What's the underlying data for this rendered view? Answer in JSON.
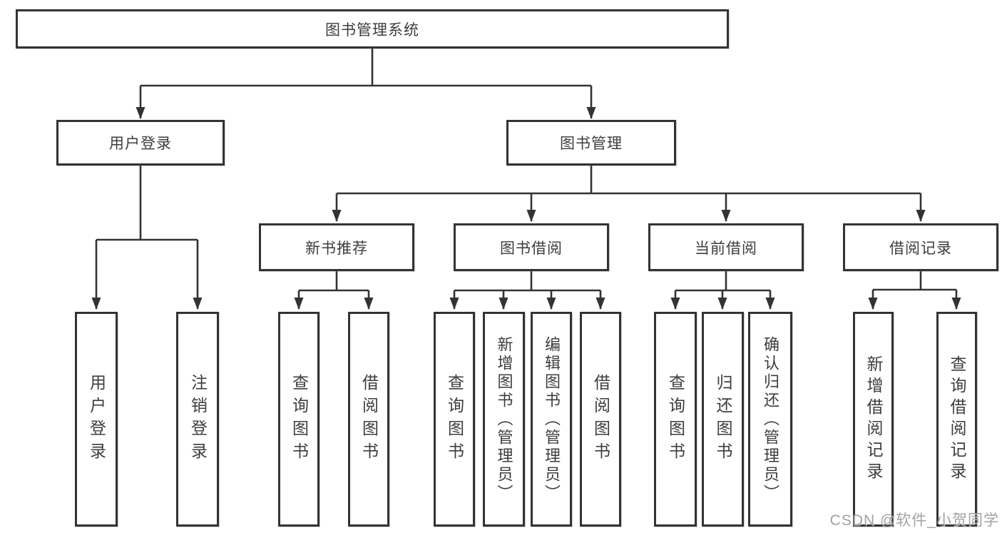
{
  "diagram": {
    "root": {
      "label": "图书管理系统"
    },
    "branches": [
      {
        "label": "用户登录",
        "children": [
          {
            "label": "用户登录"
          },
          {
            "label": "注销登录"
          }
        ]
      },
      {
        "label": "图书管理",
        "groups": [
          {
            "label": "新书推荐",
            "children": [
              {
                "label": "查询图书"
              },
              {
                "label": "借阅图书"
              }
            ]
          },
          {
            "label": "图书借阅",
            "children": [
              {
                "label": "查询图书"
              },
              {
                "label": "新增图书（管理员）"
              },
              {
                "label": "编辑图书（管理员）"
              },
              {
                "label": "借阅图书"
              }
            ]
          },
          {
            "label": "当前借阅",
            "children": [
              {
                "label": "查询图书"
              },
              {
                "label": "归还图书"
              },
              {
                "label": "确认归还（管理员）"
              }
            ]
          },
          {
            "label": "借阅记录",
            "children": [
              {
                "label": "新增借阅记录"
              },
              {
                "label": "查询借阅记录"
              }
            ]
          }
        ]
      }
    ],
    "colors": {
      "line": "#333333",
      "border": "#333333",
      "text": "#3d3d3d",
      "watermark": "#949494",
      "background": "#ffffff"
    },
    "watermark": {
      "text": "CSDN @软件_小贺同学"
    }
  }
}
